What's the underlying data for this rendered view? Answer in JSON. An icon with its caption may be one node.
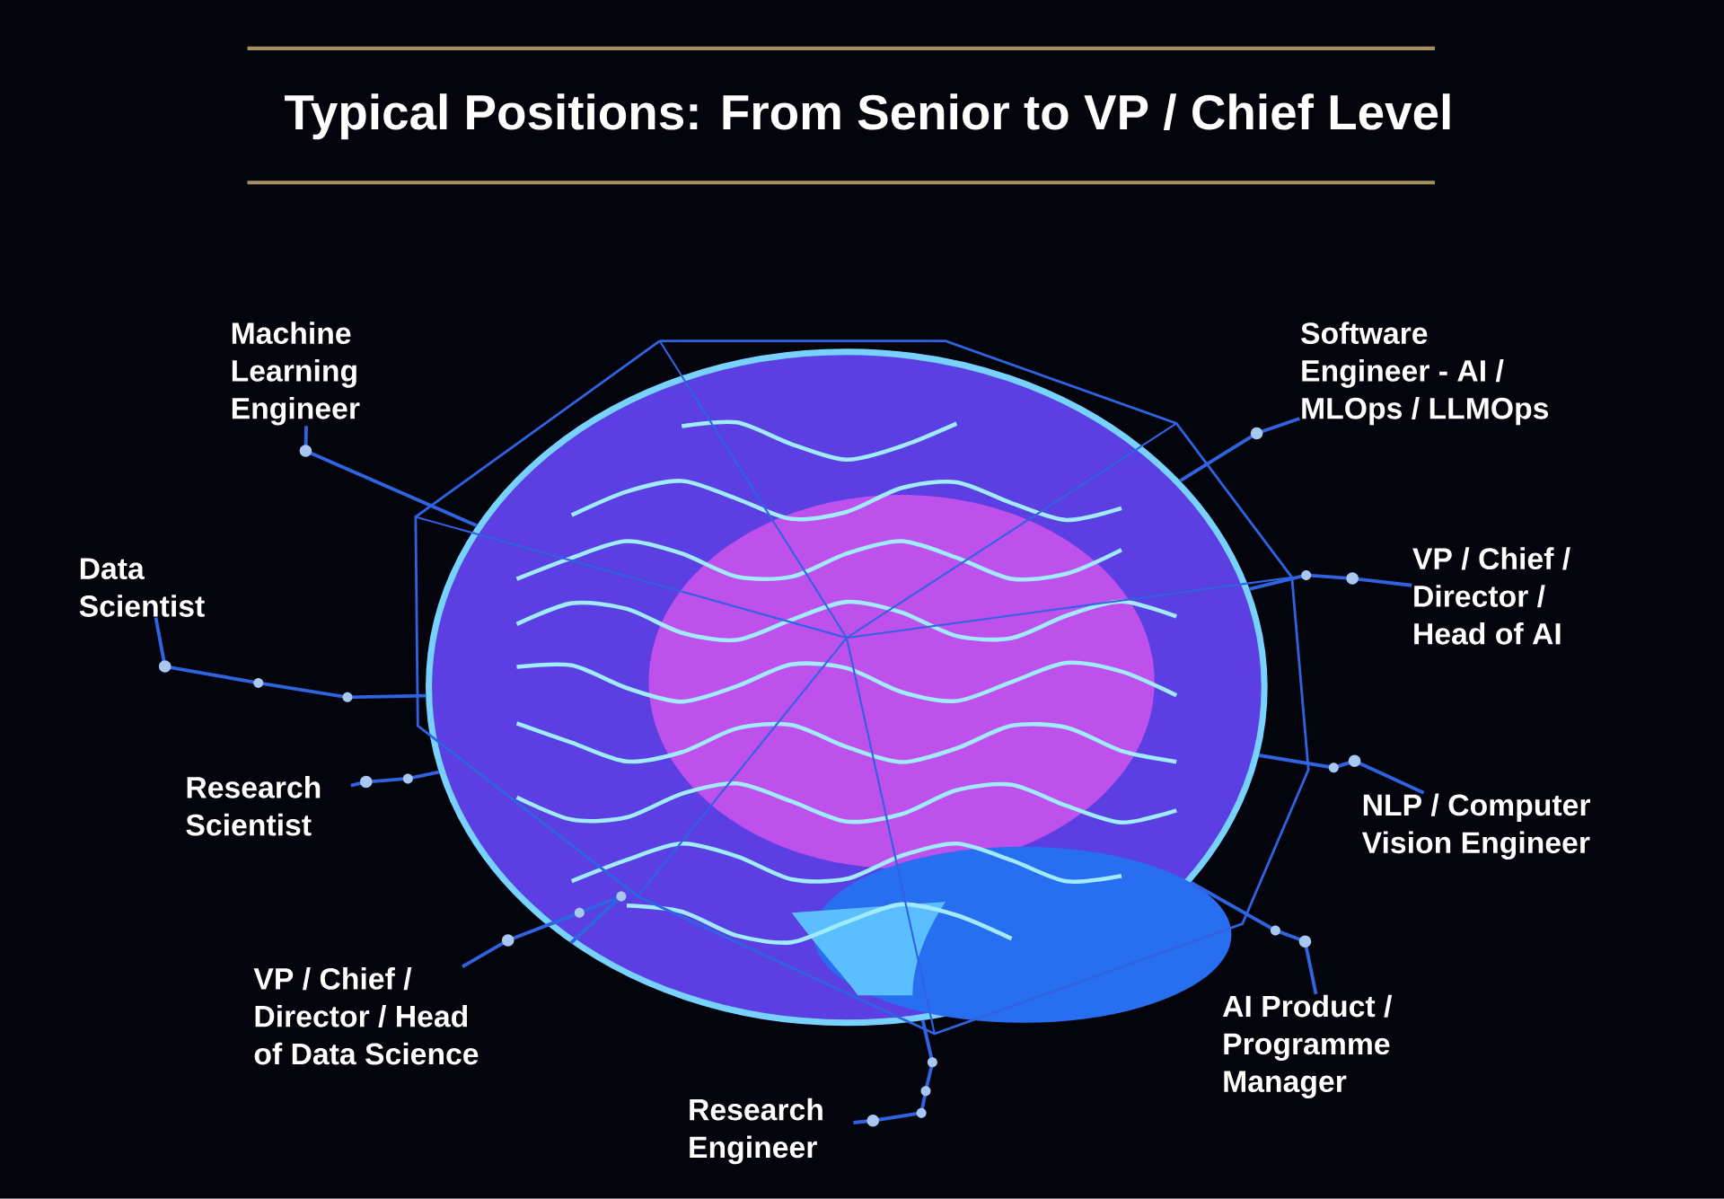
{
  "diagram": {
    "title": "Typical Positions: From Senior to VP / Chief Level",
    "nodes": [
      {
        "text": [],
        "shape": "picture"
      },
      {
        "text": [
          "Machine Learning Engineer"
        ]
      },
      {
        "text": [
          "Software Engineer - AI / MLOps / LLMOps"
        ]
      },
      {
        "text": [
          "Data Scientist"
        ]
      },
      {
        "text": [
          "VP / Chief / Director / Head of AI"
        ]
      },
      {
        "text": [
          "Research Scientist"
        ]
      },
      {
        "text": [
          "NLP / Computer Vision Engineer"
        ]
      },
      {
        "text": [
          "VP / Chief / Director / Head of Data Science"
        ]
      },
      {
        "text": [
          "AI Product / Programme Manager"
        ]
      },
      {
        "text": [
          "Research Engineer"
        ]
      }
    ],
    "edges": [
      {
        "from": 1,
        "to": 0,
        "arrow": "none"
      },
      {
        "from": 2,
        "to": 0,
        "arrow": "none"
      },
      {
        "from": 3,
        "to": 0,
        "arrow": "none"
      },
      {
        "from": 4,
        "to": 0,
        "arrow": "none"
      },
      {
        "from": 5,
        "to": 0,
        "arrow": "none"
      },
      {
        "from": 6,
        "to": 0,
        "arrow": "none"
      },
      {
        "from": 7,
        "to": 0,
        "arrow": "none"
      },
      {
        "from": 8,
        "to": 0,
        "arrow": "none"
      },
      {
        "from": 9,
        "to": 0,
        "arrow": "none"
      }
    ]
  }
}
